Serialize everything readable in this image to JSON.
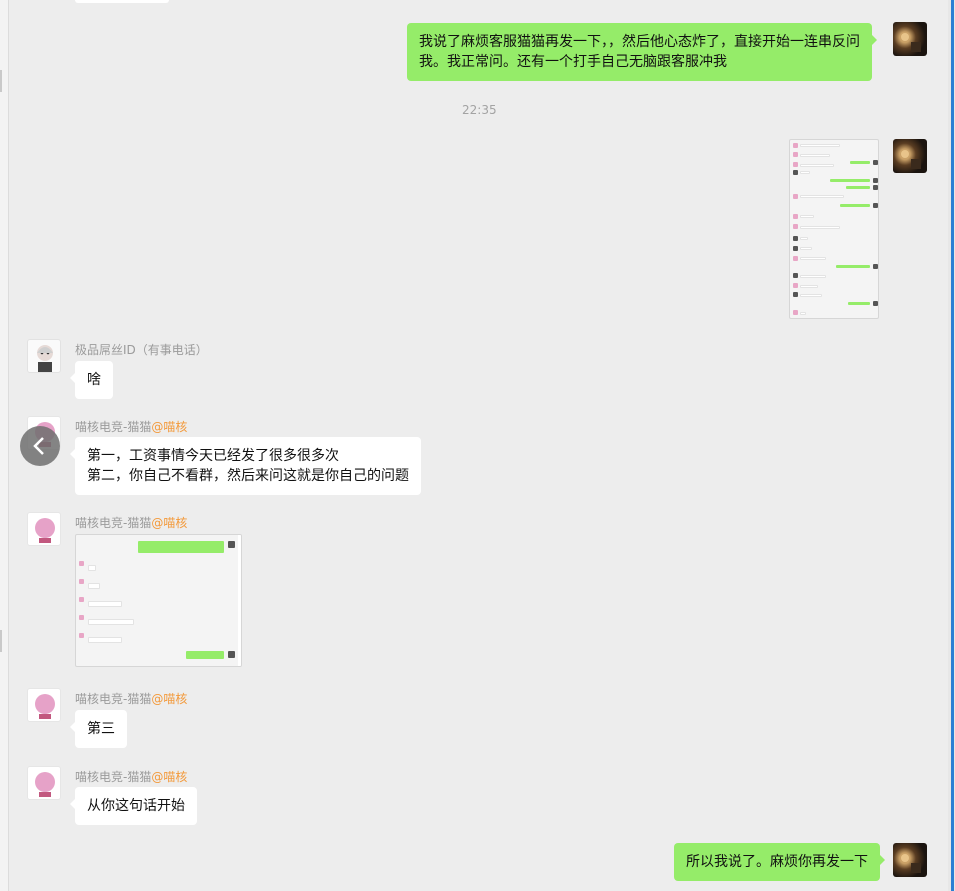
{
  "messages": {
    "m1": {
      "text": "我说了麻烦客服猫猫再发一下，，然后他心态炸了，直接开始一连串反问",
      "text2": "我。我正常问。还有一个打手自己无脑跟客服冲我"
    },
    "time": "22:35",
    "m3": {
      "sender": "极品屌丝ID（有事电话）",
      "text": "啥"
    },
    "m4": {
      "sender": "喵核电竞-猫猫",
      "mention": "@喵核",
      "line1": "第一，工资事情今天已经发了很多很多次",
      "line2": "第二，你自己不看群，然后来问这就是你自己的问题"
    },
    "m5": {
      "sender": "喵核电竞-猫猫",
      "mention": "@喵核"
    },
    "m6": {
      "sender": "喵核电竞-猫猫",
      "mention": "@喵核",
      "text": "第三"
    },
    "m7": {
      "sender": "喵核电竞-猫猫",
      "mention": "@喵核",
      "text": "从你这句话开始"
    },
    "m8": {
      "text": "所以我说了。麻烦你再发一下"
    }
  },
  "icons": {
    "back": "chevron-left-icon"
  },
  "colors": {
    "bubble_self": "#95ec69",
    "bubble_other": "#ffffff",
    "mention": "#f39a3c",
    "background": "#ededed"
  }
}
